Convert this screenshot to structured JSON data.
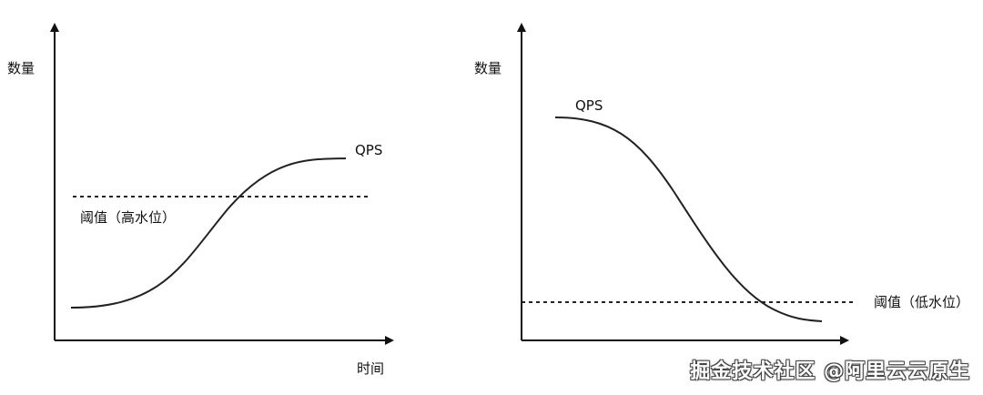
{
  "left": {
    "y_label": "数量",
    "x_label": "时间",
    "curve_label": "QPS",
    "threshold_label": "阈值（高水位）"
  },
  "right": {
    "y_label": "数量",
    "curve_label": "QPS",
    "threshold_label": "阈值（低水位）"
  },
  "watermark": "掘金技术社区 @阿里云云原生",
  "colors": {
    "axis": "#111111",
    "curve": "#222222",
    "threshold": "#222222",
    "background": "#ffffff"
  }
}
